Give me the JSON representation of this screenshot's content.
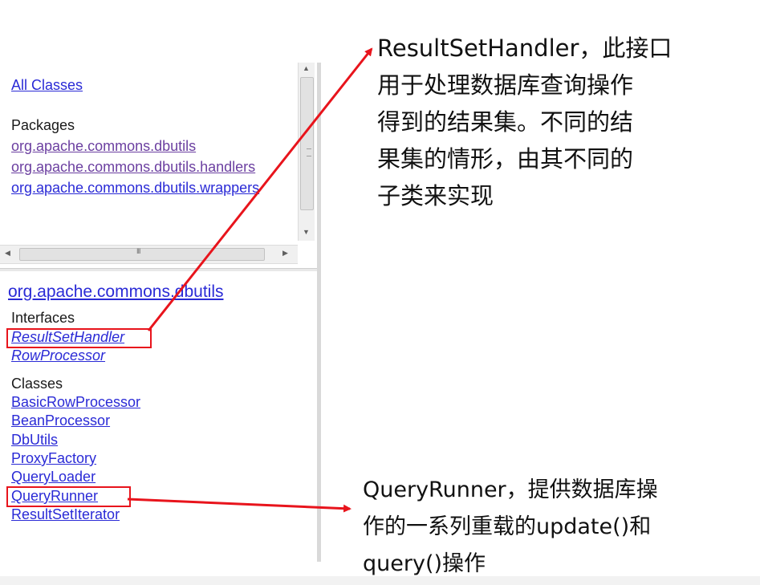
{
  "top_frame": {
    "all_classes": "All Classes",
    "packages_heading": "Packages",
    "packages": [
      "org.apache.commons.dbutils",
      "org.apache.commons.dbutils.handlers",
      "org.apache.commons.dbutils.wrappers"
    ],
    "hscroll_grip": "III"
  },
  "bottom_frame": {
    "package_title": "org.apache.commons.dbutils",
    "interfaces_heading": "Interfaces",
    "interfaces": [
      "ResultSetHandler",
      "RowProcessor"
    ],
    "classes_heading": "Classes",
    "classes": [
      "BasicRowProcessor",
      "BeanProcessor",
      "DbUtils",
      "ProxyFactory",
      "QueryLoader",
      "QueryRunner",
      "ResultSetIterator"
    ]
  },
  "annotations": {
    "result_set_handler_note": [
      "ResultSetHandler，此接口",
      "用于处理数据库查询操作",
      "得到的结果集。不同的结",
      "果集的情形，由其不同的",
      "子类来实现"
    ],
    "query_runner_note": [
      "QueryRunner，提供数据库操",
      "作的一系列重载的update()和",
      "query()操作"
    ],
    "highlight_color": "#e8141c"
  }
}
